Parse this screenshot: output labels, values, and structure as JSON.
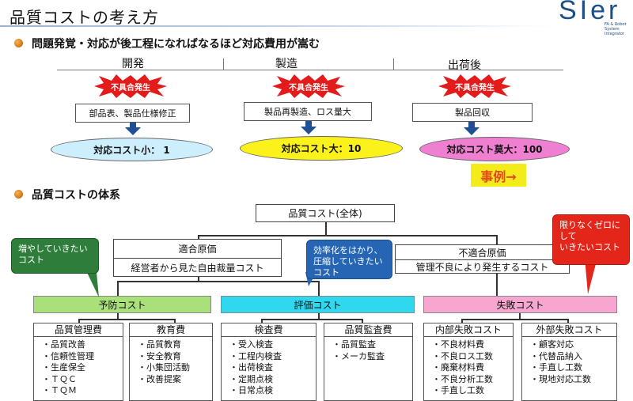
{
  "page": {
    "title": "品質コストの考え方"
  },
  "logo": {
    "text": "SIer",
    "subtitle": "FA & Robot System Integrator"
  },
  "section1": {
    "heading": "問題発覚・対応が後工程になればなるほど対応費用が嵩む",
    "stages": [
      {
        "name": "開発",
        "burst": "不具合発生",
        "action": "部品表、製品仕様修正",
        "cost": "対応コスト小：  1",
        "color": "#cdeffd"
      },
      {
        "name": "製造",
        "burst": "不具合発生",
        "action": "製品再製造、ロス量大",
        "cost": "対応コスト大：10",
        "color": "#fbf21c"
      },
      {
        "name": "出荷後",
        "burst": "不具合発生",
        "action": "製品回収",
        "cost": "対応コスト莫大：100",
        "color": "#ef7fd0"
      }
    ],
    "example_label": "事例→"
  },
  "section2": {
    "heading": "品質コストの体系",
    "root": "品質コスト(全体)",
    "left": {
      "title": "適合原価",
      "sub": "経営者から見た自由裁量コスト"
    },
    "right": {
      "title": "不適合原価",
      "sub": "管理不良により発生するコスト"
    },
    "categories": [
      {
        "label": "予防コスト",
        "color": "#a9e07a"
      },
      {
        "label": "評価コスト",
        "color": "#2fd8ef"
      },
      {
        "label": "失敗コスト",
        "color": "#f7a7cf"
      }
    ],
    "leaves": [
      {
        "title": "品質管理費",
        "items": [
          "品質改善",
          "信頼性管理",
          "生産保全",
          "ＴＱＣ",
          "ＴＱＭ"
        ]
      },
      {
        "title": "教育費",
        "items": [
          "品質教育",
          "安全教育",
          "小集団活動",
          "改善提案"
        ]
      },
      {
        "title": "検査費",
        "items": [
          "受入検査",
          "工程内検査",
          "出荷検査",
          "定期点検",
          "日常点検"
        ]
      },
      {
        "title": "品質監査費",
        "items": [
          "品質監査",
          "メーカ監査"
        ]
      },
      {
        "title": "内部失敗コスト",
        "items": [
          "不良材料費",
          "不良ロス工数",
          "廃棄材料費",
          "不良分析工数",
          "手直し工数"
        ]
      },
      {
        "title": "外部失敗コスト",
        "items": [
          "顧客対応",
          "代替品納入",
          "手直し工数",
          "現地対応工数"
        ]
      }
    ],
    "callouts": {
      "green": "増やしていきたい\nコスト",
      "blue": "効率化をはかり、\n圧縮していきたい\nコスト",
      "red": "限りなくゼロにして\nいきたいコスト"
    }
  }
}
